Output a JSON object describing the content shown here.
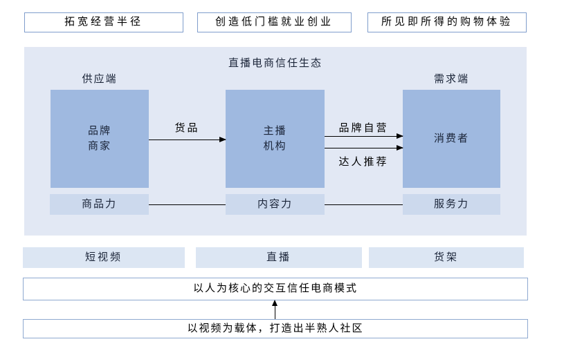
{
  "colors": {
    "panel_bg": "#e2e8f4",
    "node_bg": "#9fb9e0",
    "capability_bg": "#ccd9ed",
    "channel_bg": "#dce6f3",
    "box_border": "#7f9dcc",
    "text_dark": "#1a2438",
    "arrow": "#000000"
  },
  "top_benefits": [
    "拓宽经营半径",
    "创造低门槛就业创业",
    "所见即所得的购物体验"
  ],
  "ecosystem": {
    "title": "直播电商信任生态",
    "supply_label": "供应端",
    "demand_label": "需求端",
    "nodes": [
      {
        "name": "brand-merchants",
        "lines": [
          "品牌",
          "商家"
        ]
      },
      {
        "name": "anchor-agencies",
        "lines": [
          "主播",
          "机构"
        ]
      },
      {
        "name": "consumers",
        "lines": [
          "消费者"
        ]
      }
    ],
    "flows": {
      "goods": "货品",
      "brand_self_operated": "品牌自营",
      "influencer_recommendation": "达人推荐"
    },
    "capabilities": [
      "商品力",
      "内容力",
      "服务力"
    ]
  },
  "channels": [
    "短视频",
    "直播",
    "货架"
  ],
  "model_statement": "以人为核心的交互信任电商模式",
  "foundation_statement": "以视频为载体，打造出半熟人社区"
}
